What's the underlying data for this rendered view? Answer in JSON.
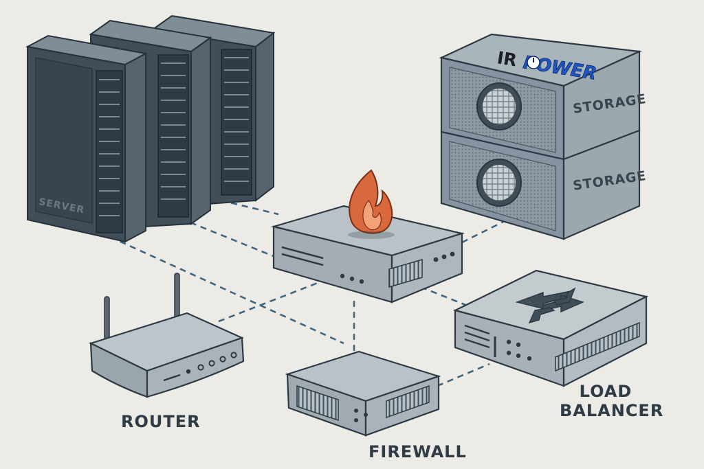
{
  "labels": {
    "server": "SERVER",
    "storage_top": "STORAGE",
    "storage_bottom": "STORAGE",
    "router": "ROUTER",
    "firewall": "FIREWALL",
    "load_balancer_line1": "LOAD",
    "load_balancer_line2": "BALANCER"
  },
  "logo": {
    "text": "IRPOWER"
  },
  "icons": {
    "firewall_symbol": "flame-icon",
    "load_balancer_symbol": "crossed-arrows-icon"
  },
  "colors": {
    "background": "#ecebe6",
    "device_dark": "#3f4e59",
    "device_light": "#9fabb3",
    "flame": "#d9683c",
    "link": "#3e6680",
    "logo_blue": "#1f56c4"
  }
}
